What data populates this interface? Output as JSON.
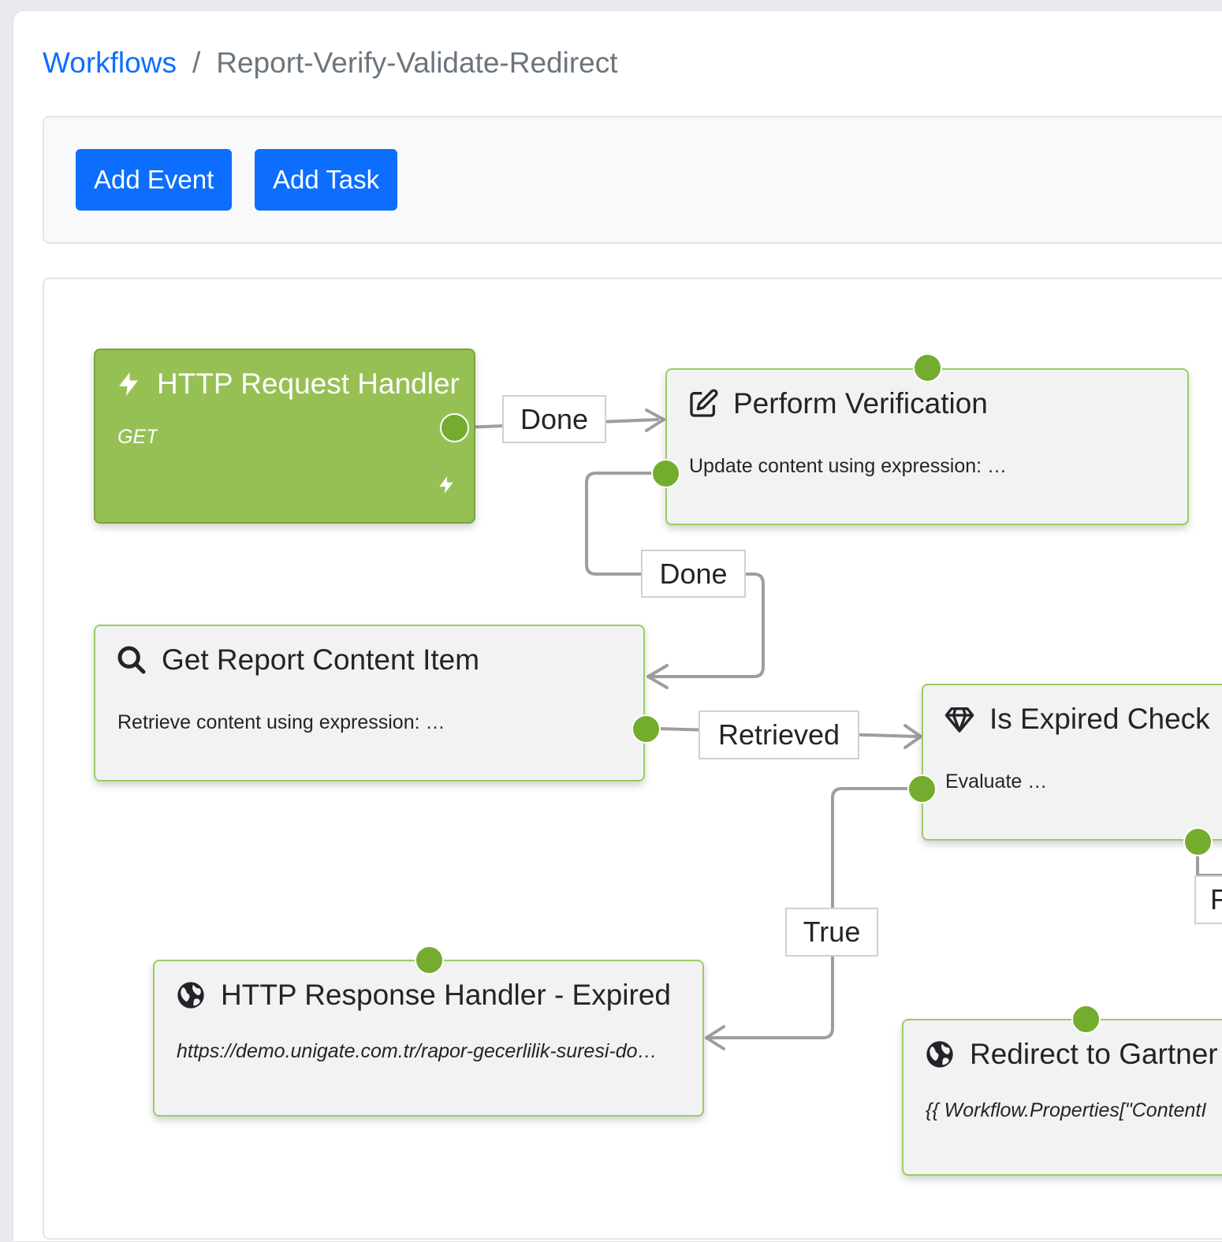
{
  "breadcrumb": {
    "root": "Workflows",
    "separator": "/",
    "current": "Report-Verify-Validate-Redirect"
  },
  "toolbar": {
    "add_event": "Add Event",
    "add_task": "Add Task"
  },
  "nodes": {
    "http_request": {
      "title": "HTTP Request Handler",
      "desc": "GET",
      "icon": "bolt-icon"
    },
    "perform_verification": {
      "title": "Perform Verification",
      "desc": "Update content using expression: …",
      "icon": "edit-icon"
    },
    "get_report": {
      "title": "Get Report Content Item",
      "desc": "Retrieve content using expression: …",
      "icon": "search-icon"
    },
    "is_expired": {
      "title": "Is Expired Check",
      "desc": "Evaluate …",
      "icon": "gem-icon"
    },
    "response_expired": {
      "title": "HTTP Response Handler - Expired",
      "desc": "https://demo.unigate.com.tr/rapor-gecerlilik-suresi-do…",
      "icon": "globe-icon"
    },
    "redirect_gartner": {
      "title": "Redirect to Gartner",
      "desc": "{{ Workflow.Properties[\"ContentI",
      "icon": "globe-icon"
    }
  },
  "edges": {
    "done_1": "Done",
    "done_2": "Done",
    "retrieved": "Retrieved",
    "true": "True",
    "false_partial": "F"
  },
  "colors": {
    "accent": "#0d6efd",
    "event_node": "#97c054",
    "port": "#74ac2d",
    "node_border": "#9ccc65"
  }
}
